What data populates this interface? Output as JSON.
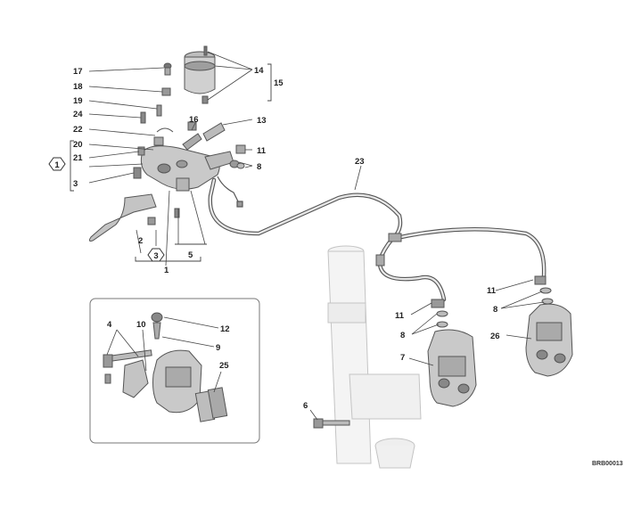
{
  "diagram": {
    "callouts": {
      "c1": "1",
      "c2": "2",
      "c3": "3",
      "c4": "4",
      "c5": "5",
      "c6": "6",
      "c7": "7",
      "c8a": "8",
      "c8b": "8",
      "c8c": "8",
      "c9": "9",
      "c10": "10",
      "c11a": "11",
      "c11b": "11",
      "c11c": "11",
      "c12": "12",
      "c13": "13",
      "c14": "14",
      "c15": "15",
      "c16": "16",
      "c17": "17",
      "c18": "18",
      "c19": "19",
      "c20": "20",
      "c21": "21",
      "c22": "22",
      "c23": "23",
      "c24": "24",
      "c25": "25",
      "c26": "26"
    },
    "group_badges": {
      "left": "1",
      "bottom": "3"
    },
    "drawing_code": "BRB00013"
  },
  "colors": {
    "line": "#444444",
    "part_fill": "#d6d6d6",
    "part_dark": "#8a8a8a",
    "fork_fill": "#f3f3f3",
    "fork_stroke": "#bdbdbd"
  }
}
